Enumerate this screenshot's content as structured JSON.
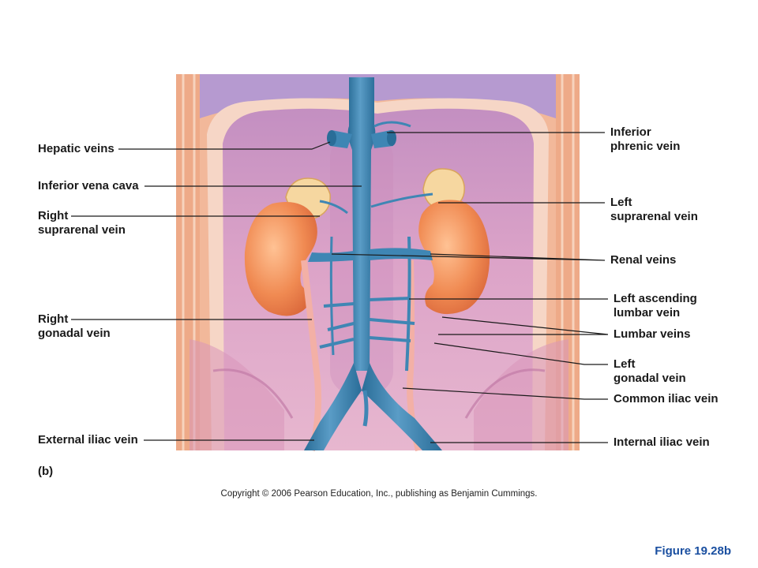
{
  "labels": {
    "hepatic_veins": "Hepatic veins",
    "inferior_vena_cava": "Inferior vena cava",
    "right_suprarenal_1": "Right",
    "right_suprarenal_2": "suprarenal vein",
    "right_gonadal_1": "Right",
    "right_gonadal_2": "gonadal vein",
    "external_iliac": "External iliac vein",
    "inferior_phrenic_1": "Inferior",
    "inferior_phrenic_2": "phrenic vein",
    "left_suprarenal_1": "Left",
    "left_suprarenal_2": "suprarenal vein",
    "renal_veins": "Renal veins",
    "left_ascending_lumbar_1": "Left ascending",
    "left_ascending_lumbar_2": "lumbar vein",
    "lumbar_veins": "Lumbar veins",
    "left_gonadal_1": "Left",
    "left_gonadal_2": "gonadal vein",
    "common_iliac": "Common iliac vein",
    "internal_iliac": "Internal iliac vein"
  },
  "part_label": "(b)",
  "copyright": "Copyright © 2006 Pearson Education, Inc., publishing as Benjamin Cummings.",
  "figure_number": "Figure 19.28b",
  "colors": {
    "vein": "#3f86b4",
    "vein_dark": "#2a6d98",
    "kidney": "#f08a52",
    "cavity": "#d59bc6",
    "body_wall": "#f2b89a",
    "leader": "#1a1a1a",
    "figure_number": "#1a4fa0"
  }
}
